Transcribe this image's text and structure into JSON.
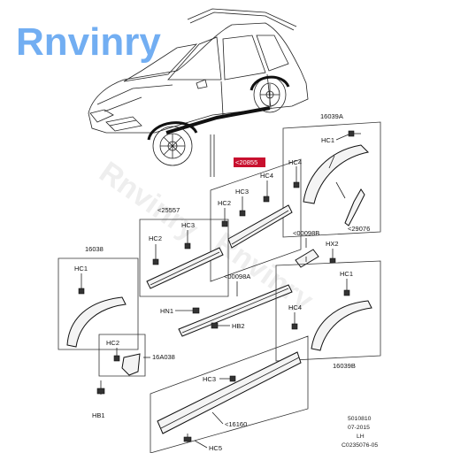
{
  "watermark": "Rnvinry",
  "labels": {
    "p16039A": "16039A",
    "hc1_a": "HC1",
    "hc4_a": "HC4",
    "p29076": "<29076",
    "p20855": "<20855",
    "hc3_a": "HC3",
    "hc4_b": "HC4",
    "hc2_a": "HC2",
    "p25557": "<25557",
    "hc2_b": "HC2",
    "hc3_b": "HC3",
    "p00098B": "<00098B",
    "hx2": "HX2",
    "p16038": "16038",
    "hc1_b": "HC1",
    "p00098A": "<00098A",
    "hn1": "HN1",
    "hb2": "HB2",
    "hc1_c": "HC1",
    "hc4_c": "HC4",
    "hc2_c": "HC2",
    "p16A038": "16A038",
    "p16039B": "16039B",
    "hb1": "HB1",
    "hc3_c": "HC3",
    "p16160": "<16160",
    "hc5": "HC5"
  },
  "footer": {
    "code": "5010810",
    "date": "07-2015",
    "side": "LH",
    "ref": "C0235076-05"
  },
  "colors": {
    "highlight": "#c8102e",
    "watermark": "#5aa0f0"
  }
}
